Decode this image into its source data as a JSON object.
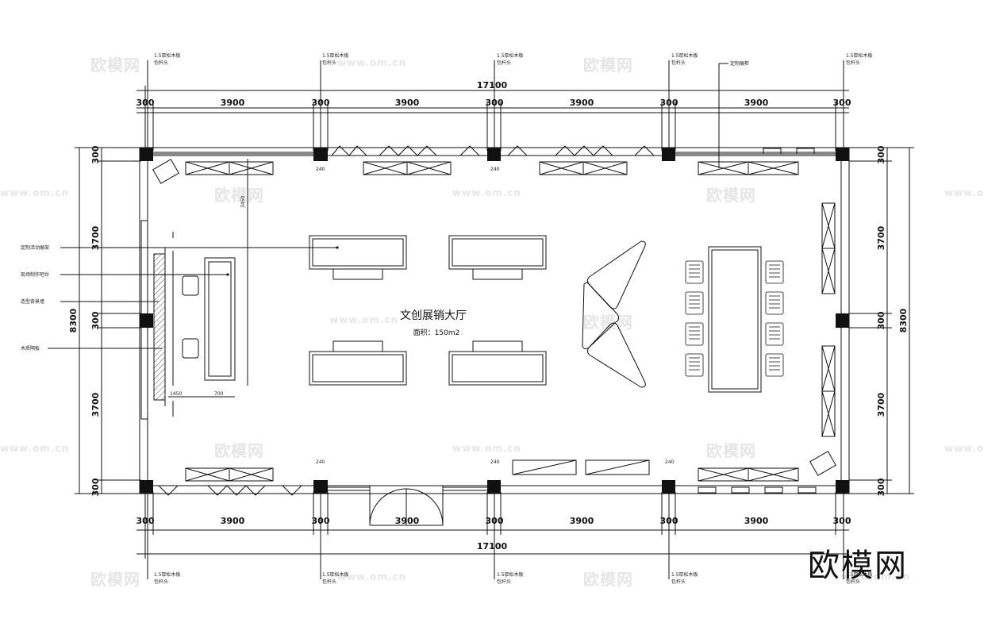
{
  "room": {
    "title": "文创展销大厅",
    "area": "面积：150m2"
  },
  "dims": {
    "total": "17100",
    "span": "3900",
    "column": "300",
    "depth_total": "8300",
    "depth_side": "3700",
    "small_240": "240",
    "bar_700": "700",
    "bar_1450": "1450",
    "dim_3450": "3450"
  },
  "notes": {
    "top_pine": "1.5厚松木板",
    "top_cap": "包杆头",
    "custom_cabinet": "定制展柜",
    "left_rack": "定制活动展架",
    "left_bar": "现场制作吧台",
    "left_wall": "造型背景墙",
    "left_partition": "木质隔板"
  },
  "watermarks": {
    "brand": "欧模网",
    "url": "www.om.cn"
  },
  "colors": {
    "line": "#111111",
    "hatch": "#555555",
    "watermark": "#e4e4e4"
  }
}
